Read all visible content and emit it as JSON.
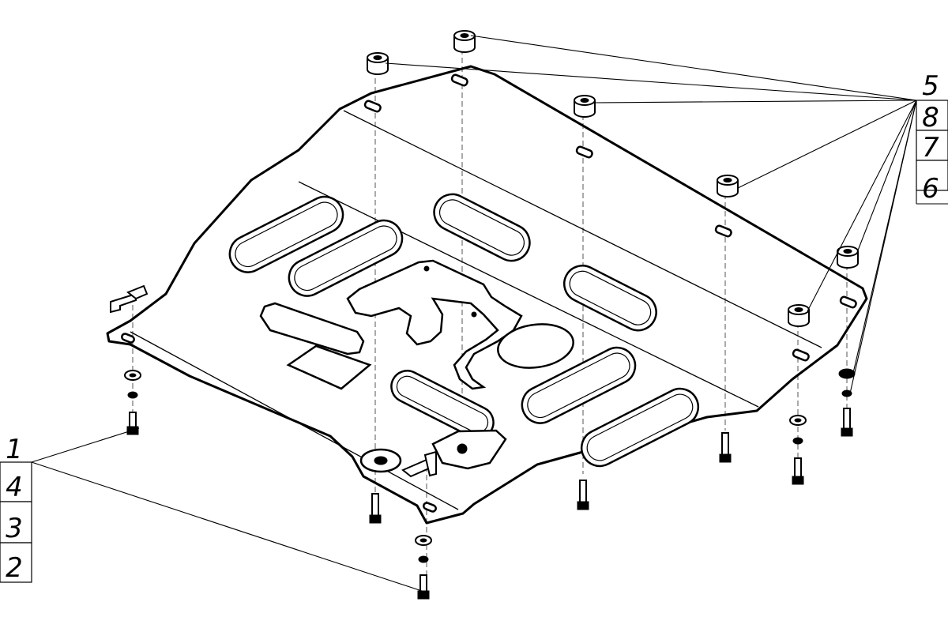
{
  "callouts": {
    "right_group": [
      "5",
      "8",
      "7",
      "6"
    ],
    "left_group": [
      "1",
      "4",
      "3",
      "2"
    ]
  }
}
